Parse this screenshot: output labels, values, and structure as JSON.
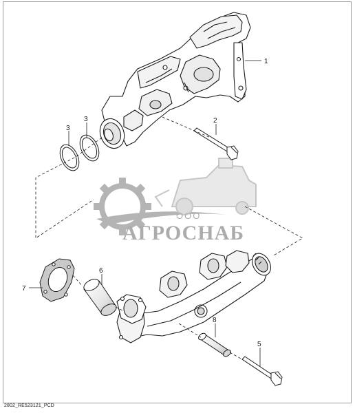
{
  "callouts": {
    "c1": "1",
    "c2": "2",
    "c3a": "3",
    "c3b": "3",
    "c5": "5",
    "c6": "6",
    "c7": "7",
    "c8": "8"
  },
  "drawing_code": "2802_RE523121_PCD",
  "watermark": {
    "company_prefix": "ООО",
    "company_name": "АГРОСНАБ"
  },
  "colors": {
    "line": "#1a1a1a",
    "shade": "#cfcfcf",
    "watermark": "#9e9e9e"
  }
}
